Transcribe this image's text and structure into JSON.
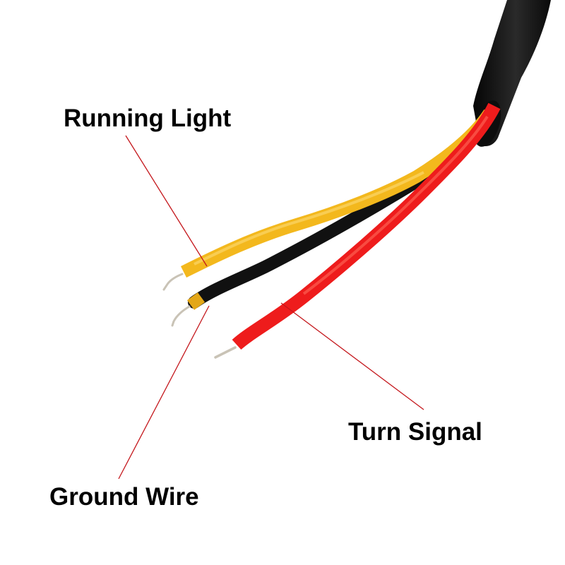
{
  "labels": {
    "running_light": "Running Light",
    "turn_signal": "Turn Signal",
    "ground_wire": "Ground Wire"
  },
  "colors": {
    "background": "#ffffff",
    "label_text": "#000000",
    "leader_line": "#c4171c",
    "jacket": "#151515",
    "yellow_wire": "#f3b81d",
    "black_wire": "#111111",
    "red_wire": "#ee1c1c",
    "copper_tip": "#c9c3b6"
  },
  "icons": {
    "cable": "three-conductor-cable-illustration"
  }
}
